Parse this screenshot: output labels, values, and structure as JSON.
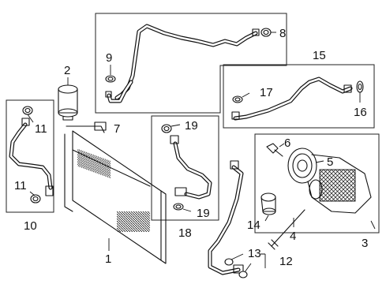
{
  "diagram": {
    "callouts": [
      {
        "id": "c1",
        "text": "1"
      },
      {
        "id": "c2",
        "text": "2"
      },
      {
        "id": "c3",
        "text": "3"
      },
      {
        "id": "c4",
        "text": "4"
      },
      {
        "id": "c5",
        "text": "5"
      },
      {
        "id": "c6",
        "text": "6"
      },
      {
        "id": "c7",
        "text": "7"
      },
      {
        "id": "c8",
        "text": "8"
      },
      {
        "id": "c9",
        "text": "9"
      },
      {
        "id": "c10",
        "text": "10"
      },
      {
        "id": "c11a",
        "text": "11"
      },
      {
        "id": "c11b",
        "text": "11"
      },
      {
        "id": "c12",
        "text": "12"
      },
      {
        "id": "c13",
        "text": "13"
      },
      {
        "id": "c14",
        "text": "14"
      },
      {
        "id": "c15",
        "text": "15"
      },
      {
        "id": "c16",
        "text": "16"
      },
      {
        "id": "c17",
        "text": "17"
      },
      {
        "id": "c18",
        "text": "18"
      },
      {
        "id": "c19a",
        "text": "19"
      },
      {
        "id": "c19b",
        "text": "19"
      }
    ],
    "colors": {
      "line": "#111111",
      "background": "#ffffff"
    }
  }
}
